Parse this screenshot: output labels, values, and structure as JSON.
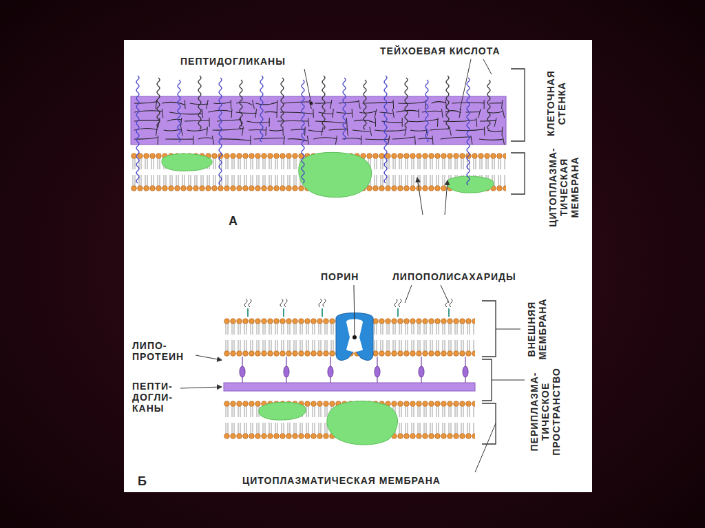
{
  "diagram": {
    "labels": [
      "ПЕПТИДОГЛИКАНЫ",
      "ТЕЙХОЕВАЯ КИСЛОТА",
      "КЛЕТОЧНАЯ СТЕНКА",
      "ЦИТОПЛАЗМА- ТИЧЕСКАЯ МЕМБРАНА",
      "А",
      "ПОРИН",
      "ЛИПОПОЛИСАХАРИДЫ",
      "ЛИПО- ПРОТЕИН",
      "ПЕПТИ- ДОГЛИ- КАНЫ",
      "ВНЕШНЯЯ МЕМБРАНА",
      "ПЕРИПЛАЗМА- ТИЧЕСКОЕ ПРОСТРАНСТВО",
      "Б",
      "ЦИТОПЛАЗМАТИЧЕСКАЯ МЕМБРАНА"
    ]
  }
}
